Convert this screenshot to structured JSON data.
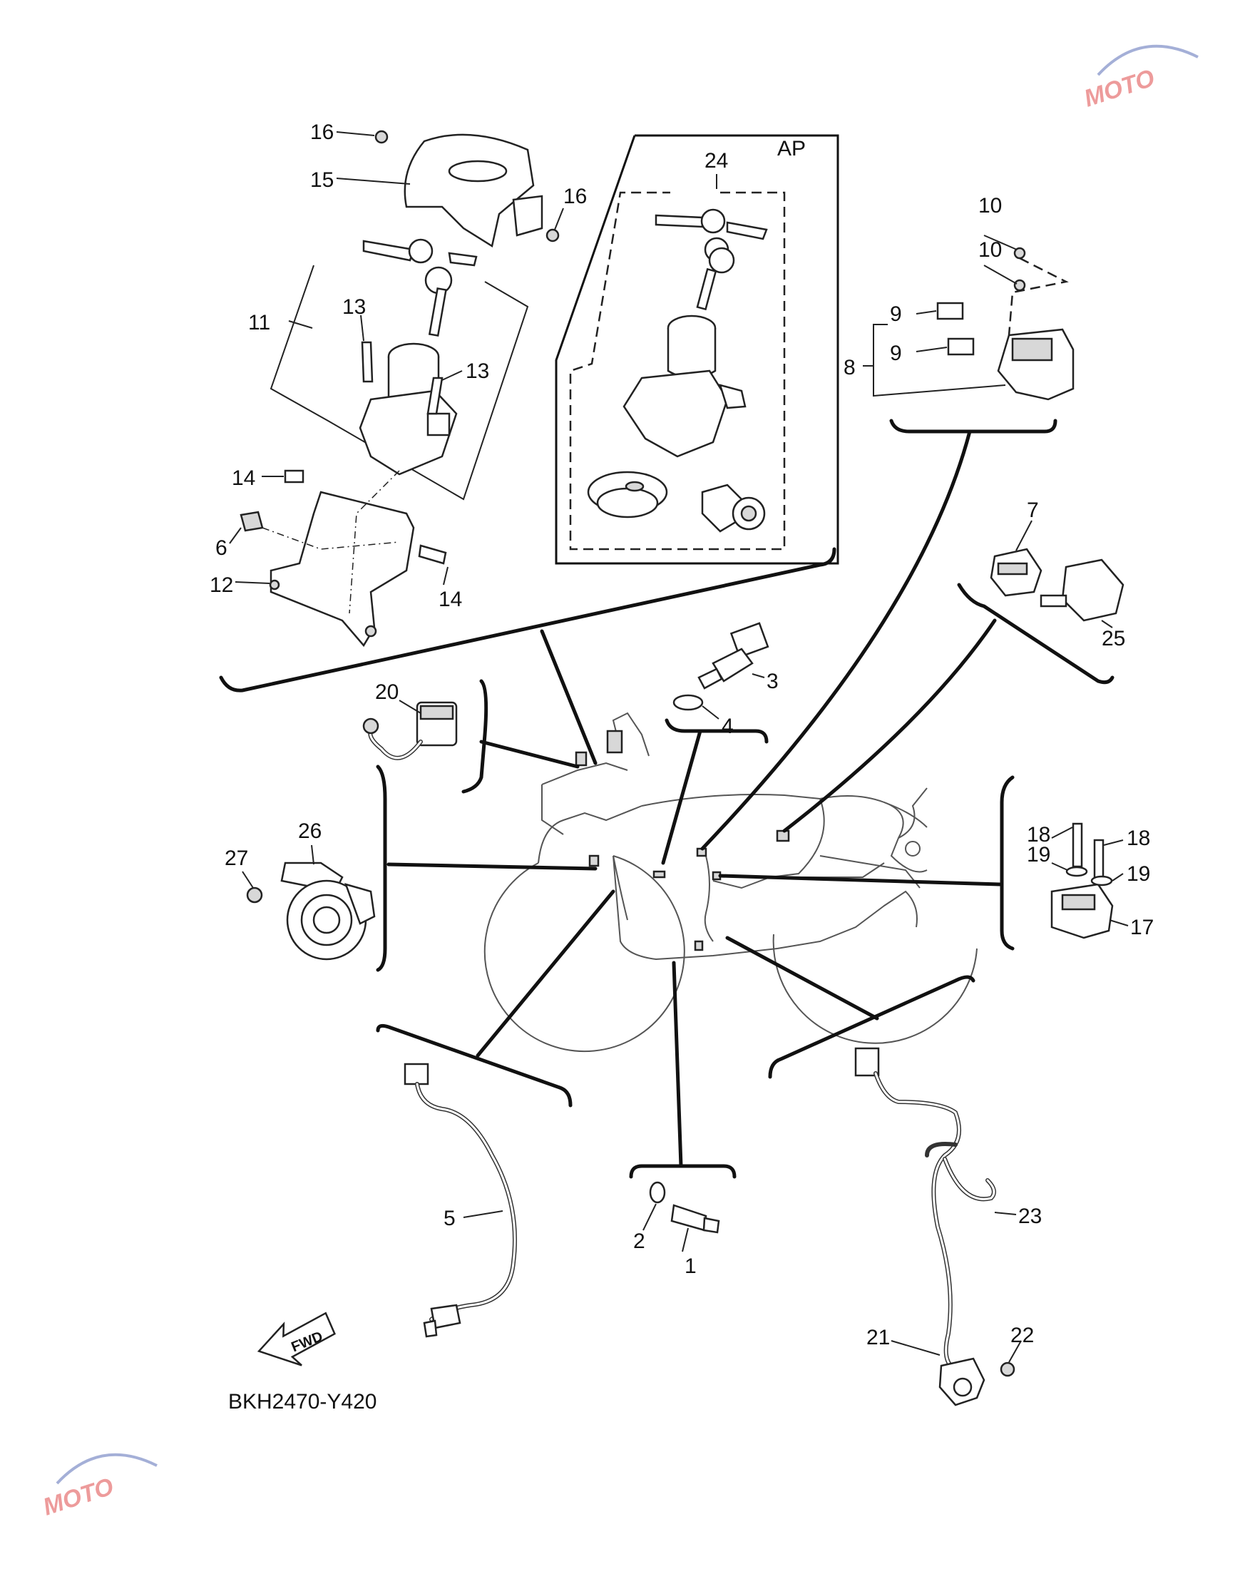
{
  "diagram": {
    "drawing_code": "BKH2470-Y420",
    "market_label": "AP",
    "fwd_label": "FWD",
    "watermark": "MOTO"
  },
  "callouts": [
    {
      "id": "1",
      "text": "1"
    },
    {
      "id": "2",
      "text": "2"
    },
    {
      "id": "3",
      "text": "3"
    },
    {
      "id": "4",
      "text": "4"
    },
    {
      "id": "5",
      "text": "5"
    },
    {
      "id": "6",
      "text": "6"
    },
    {
      "id": "7",
      "text": "7"
    },
    {
      "id": "8",
      "text": "8"
    },
    {
      "id": "9a",
      "text": "9"
    },
    {
      "id": "9b",
      "text": "9"
    },
    {
      "id": "10a",
      "text": "10"
    },
    {
      "id": "10b",
      "text": "10"
    },
    {
      "id": "11",
      "text": "11"
    },
    {
      "id": "12",
      "text": "12"
    },
    {
      "id": "13a",
      "text": "13"
    },
    {
      "id": "13b",
      "text": "13"
    },
    {
      "id": "14a",
      "text": "14"
    },
    {
      "id": "14b",
      "text": "14"
    },
    {
      "id": "15",
      "text": "15"
    },
    {
      "id": "16a",
      "text": "16"
    },
    {
      "id": "16b",
      "text": "16"
    },
    {
      "id": "17",
      "text": "17"
    },
    {
      "id": "18a",
      "text": "18"
    },
    {
      "id": "18b",
      "text": "18"
    },
    {
      "id": "19a",
      "text": "19"
    },
    {
      "id": "19b",
      "text": "19"
    },
    {
      "id": "20",
      "text": "20"
    },
    {
      "id": "21",
      "text": "21"
    },
    {
      "id": "22",
      "text": "22"
    },
    {
      "id": "23",
      "text": "23"
    },
    {
      "id": "24",
      "text": "24"
    },
    {
      "id": "25",
      "text": "25"
    },
    {
      "id": "26",
      "text": "26"
    },
    {
      "id": "27",
      "text": "27"
    }
  ]
}
